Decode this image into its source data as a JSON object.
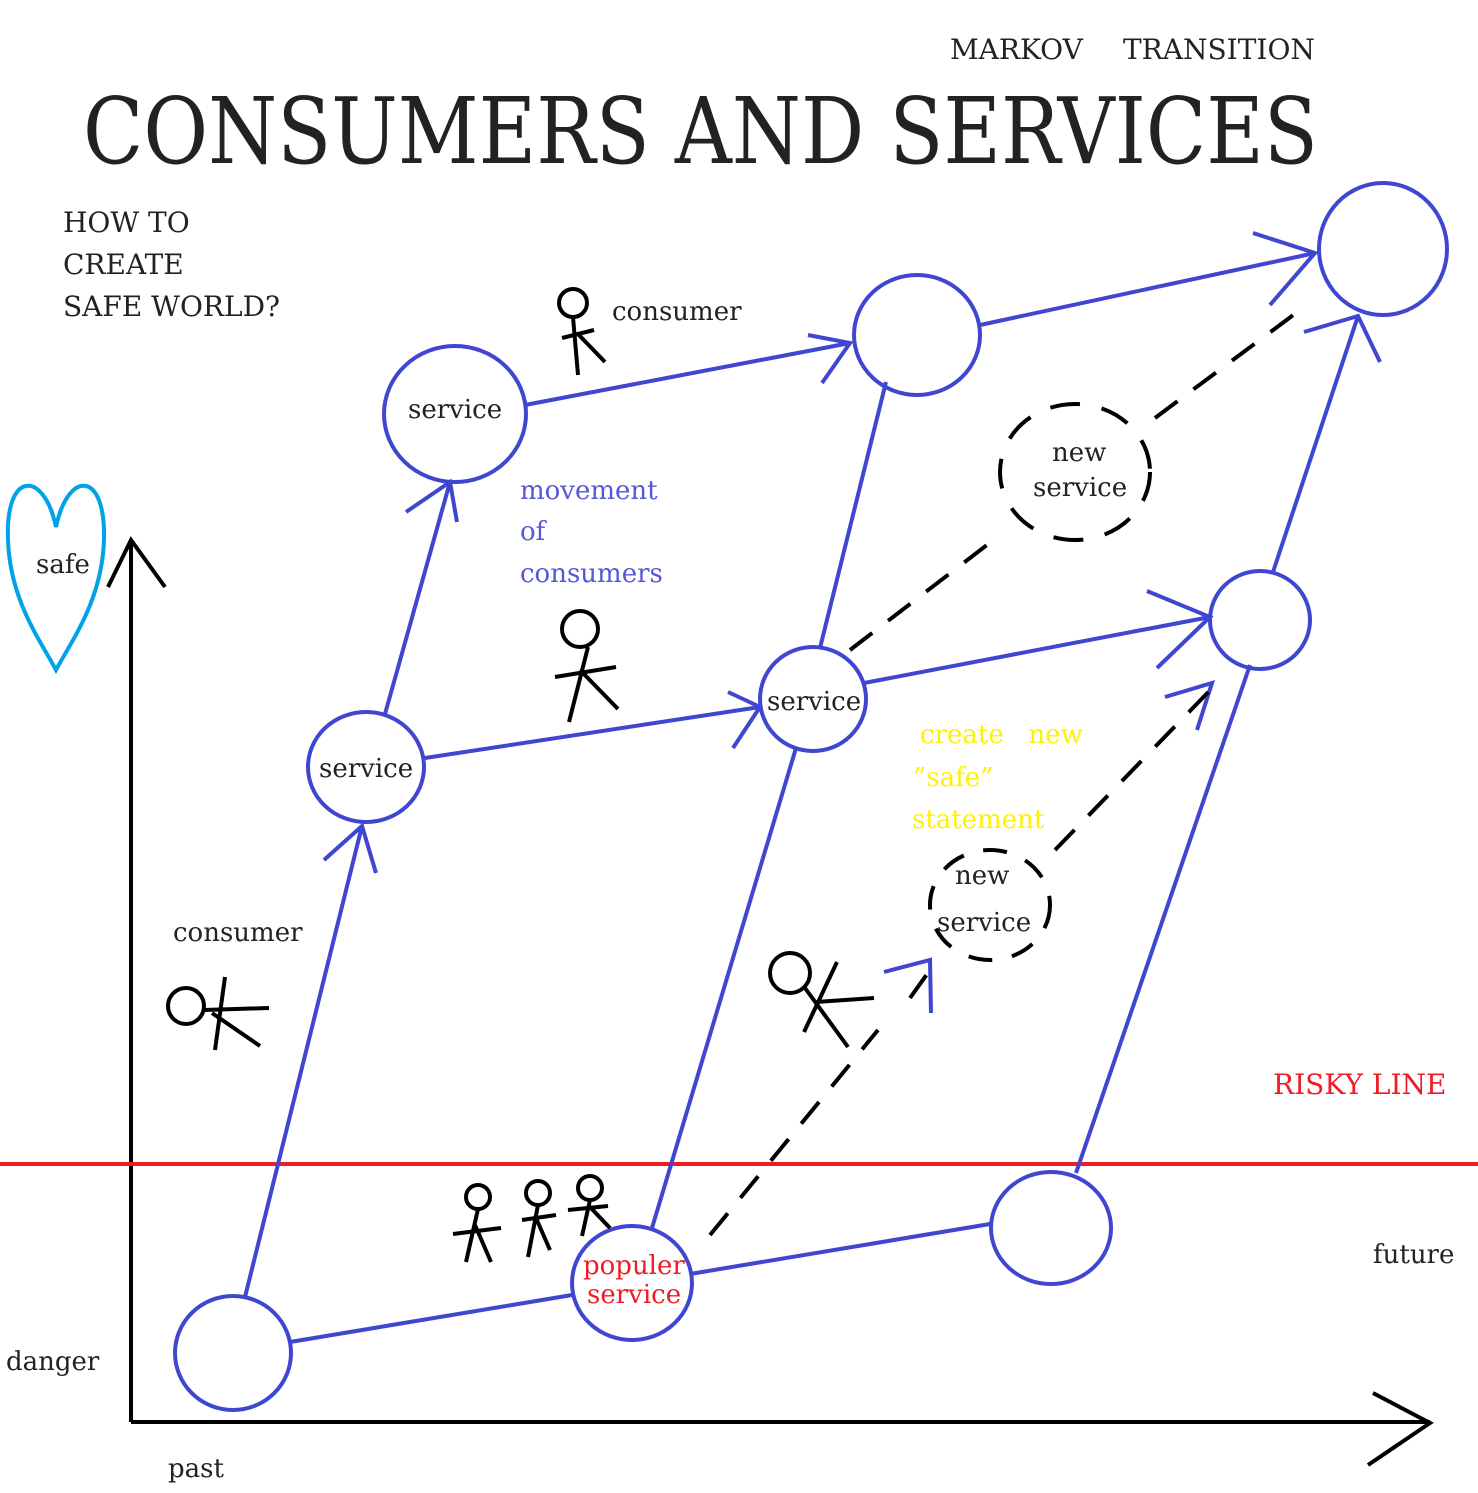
{
  "header": {
    "subtitle_left": "MARKOV",
    "subtitle_right": "TRANSITION",
    "title": "CONSUMERS AND SERVICES"
  },
  "question": [
    "HOW TO",
    "CREATE",
    "SAFE WORLD?"
  ],
  "axes": {
    "y_top": "safe",
    "y_bottom": "danger",
    "x_start": "past",
    "x_end": "future"
  },
  "nodes": {
    "service_top": "service",
    "service_left": "service",
    "service_mid": "service",
    "popular_line1": "populer",
    "popular_line2": "service",
    "new_service_top_line1": "new",
    "new_service_top_line2": "service",
    "new_service_low_line1": "new",
    "new_service_low_line2": "service"
  },
  "labels": {
    "consumer_top": "consumer",
    "consumer_left": "consumer",
    "movement": [
      "movement",
      "of",
      "consumers"
    ],
    "create": [
      "create   new",
      "”safe”",
      "statement"
    ],
    "risky_line": "RISKY LINE"
  },
  "colors": {
    "blue": "#3f46d0",
    "red": "#ee1c24",
    "cyan": "#00a2e8",
    "yellow": "#fff200"
  }
}
